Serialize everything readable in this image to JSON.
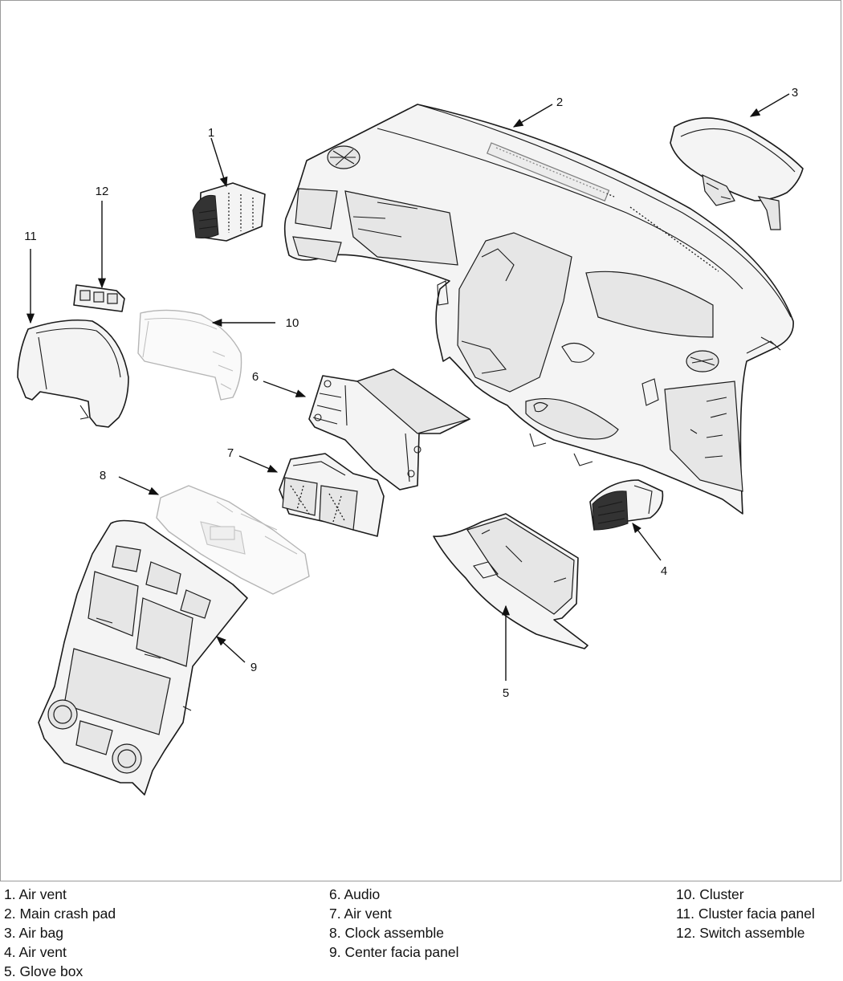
{
  "diagram": {
    "callouts": [
      "1",
      "2",
      "3",
      "4",
      "5",
      "6",
      "7",
      "8",
      "9",
      "10",
      "11",
      "12"
    ]
  },
  "legend": {
    "columns": [
      [
        "1. Air vent",
        "2. Main crash pad",
        "3. Air bag",
        "4. Air vent",
        "5. Glove box"
      ],
      [
        "6. Audio",
        "7. Air vent",
        "8. Clock assemble",
        "9. Center facia panel"
      ],
      [
        "10. Cluster",
        "11. Cluster facia panel",
        "12. Switch assemble"
      ]
    ]
  }
}
